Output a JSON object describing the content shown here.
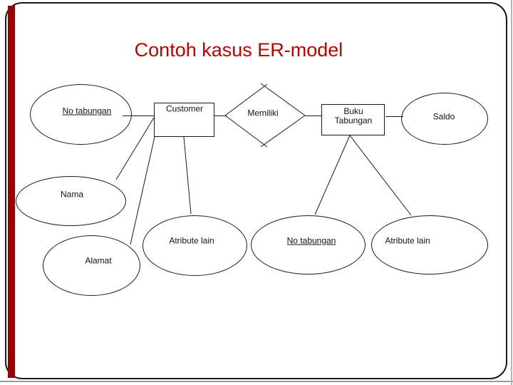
{
  "slide": {
    "title": "Contoh kasus ER-model",
    "colors": {
      "title": "#c00000",
      "accent_bar": "#990000",
      "diagram_line": "#1a1a1a"
    }
  },
  "diagram": {
    "entities": {
      "customer": "Customer",
      "buku_tabungan": "Buku Tabungan"
    },
    "relationships": {
      "memiliki": "Memiliki"
    },
    "attributes": {
      "no_tabungan_customer": "No tabungan",
      "nama": "Nama",
      "alamat": "Alamat",
      "atribute_lain_customer": "Atribute lain",
      "saldo": "Saldo",
      "no_tabungan_buku": "No tabungan",
      "atribute_lain_buku": "Atribute lain"
    }
  }
}
